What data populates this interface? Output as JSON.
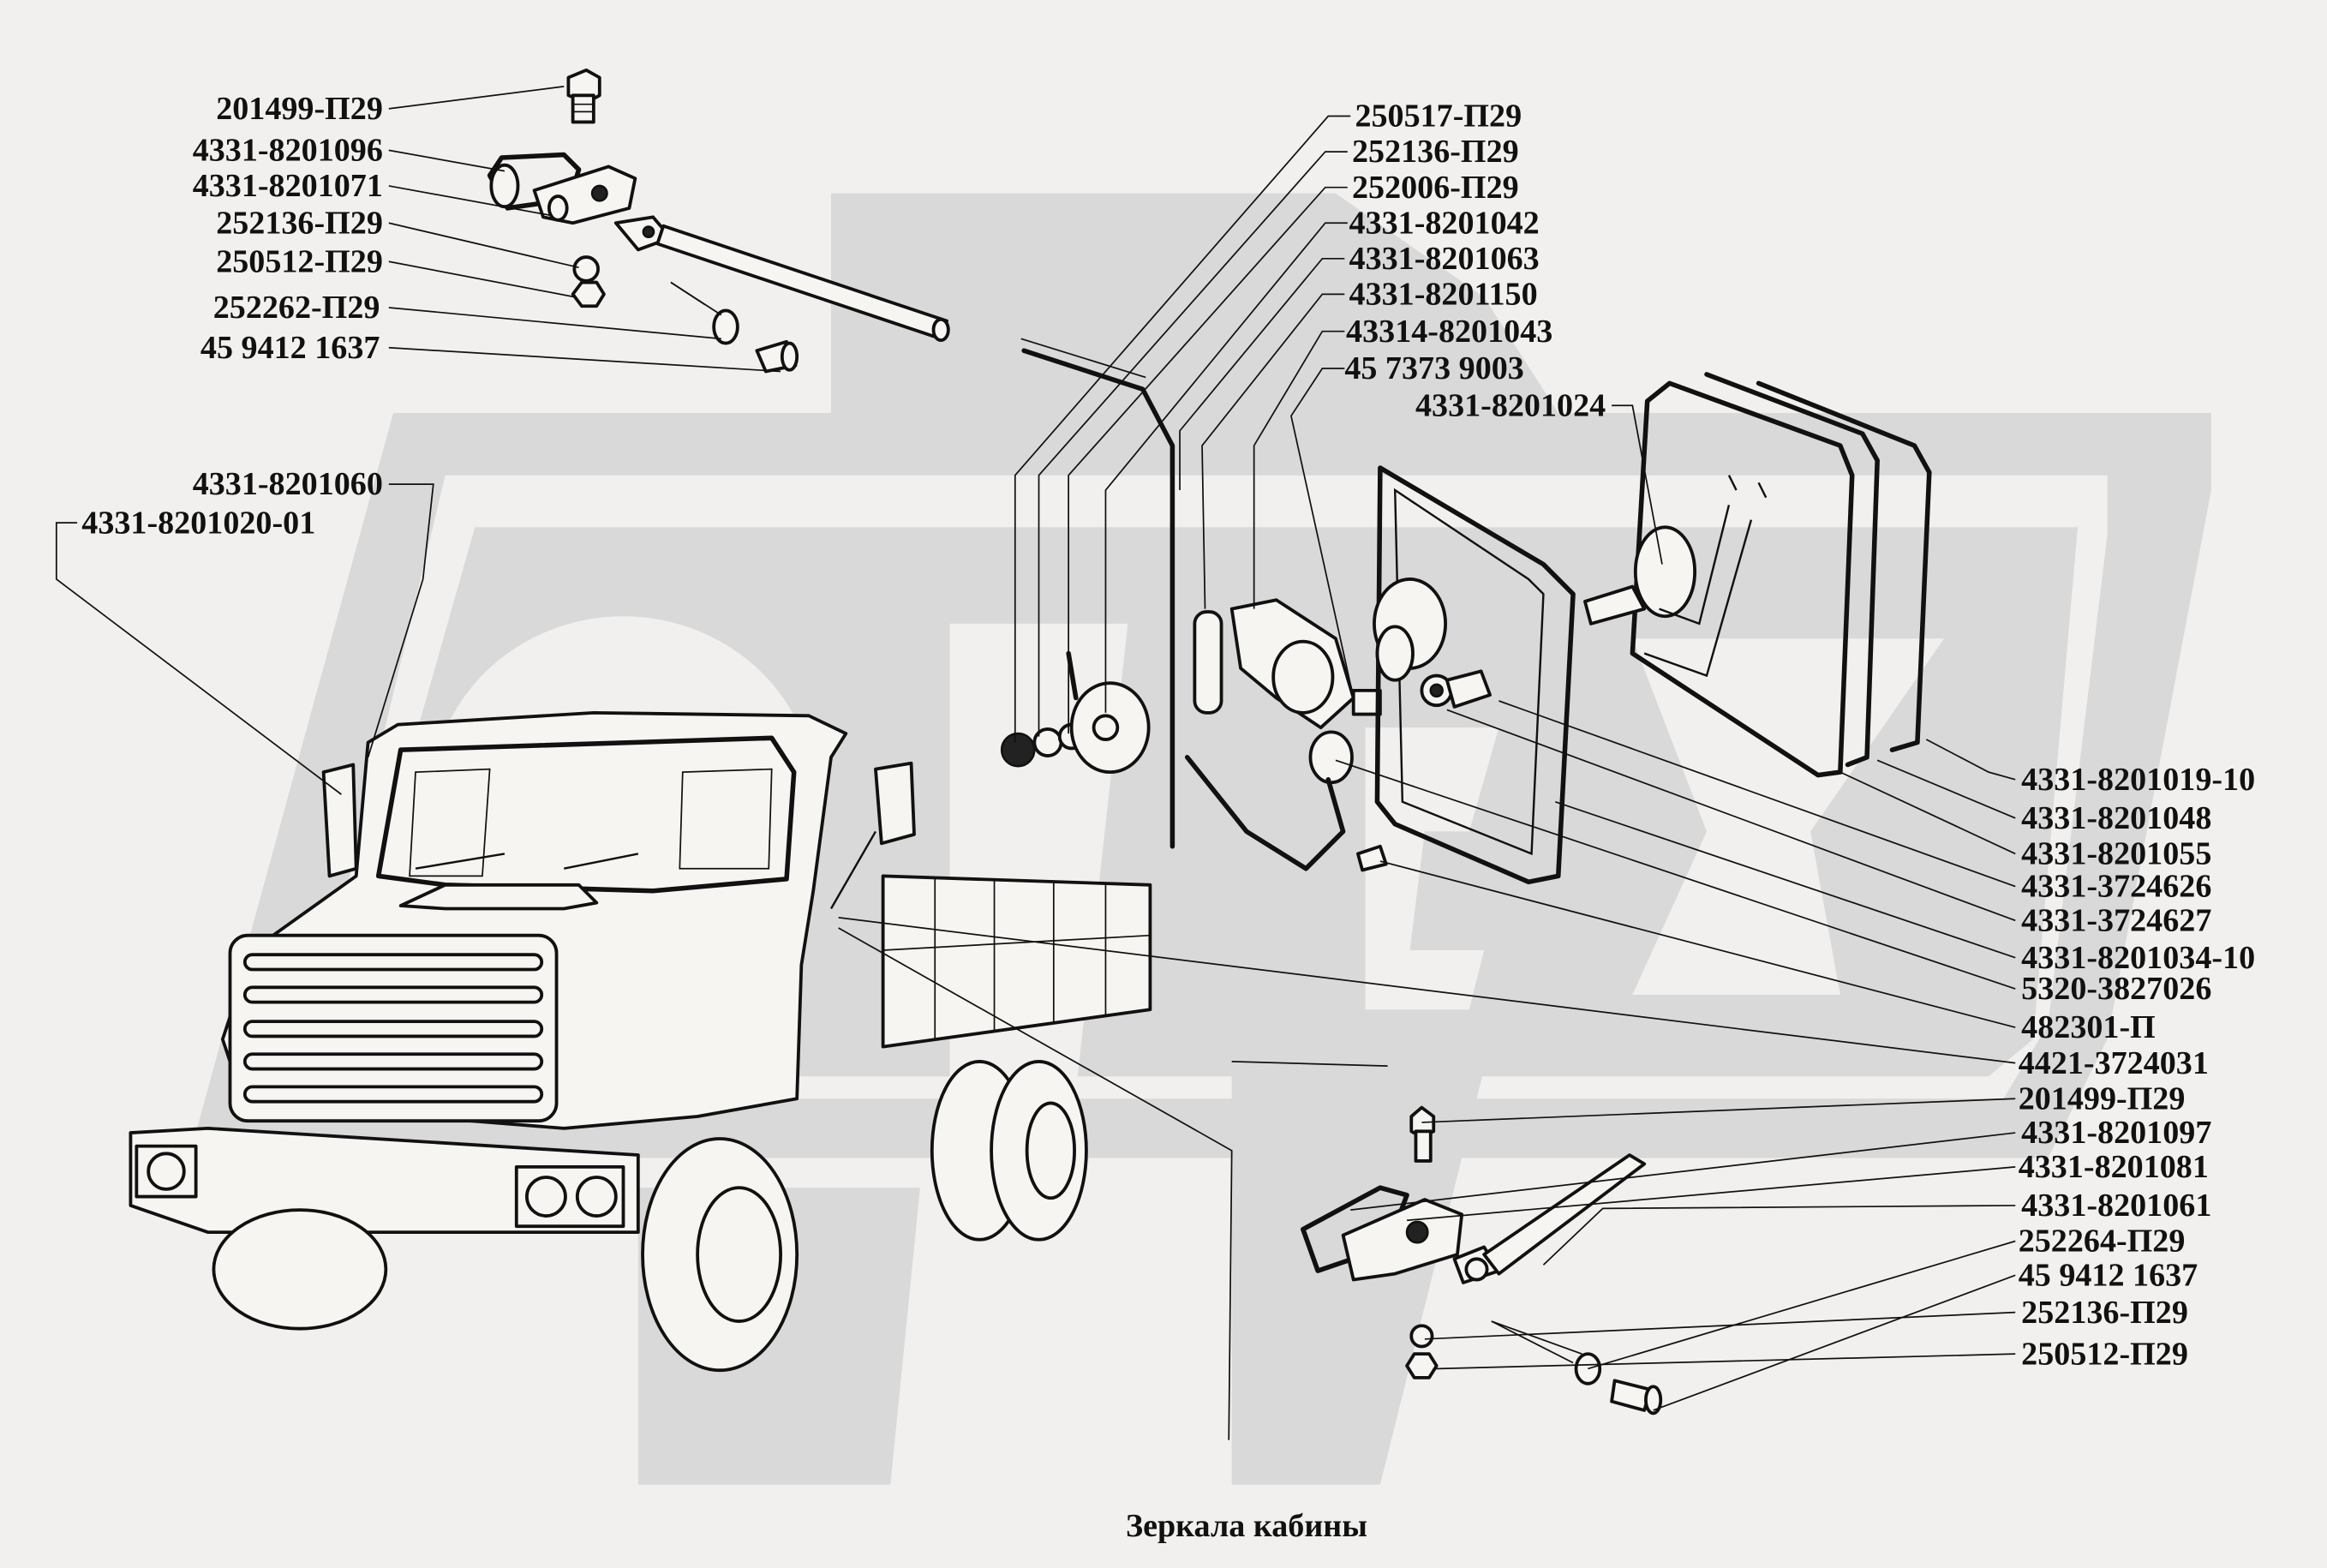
{
  "caption": "Зеркала кабины",
  "colors": {
    "background": "#f1f0ee",
    "watermark": "#d9d9d9",
    "ink": "#111111"
  },
  "callouts": {
    "upper_bracket": [
      "201499-П29",
      "4331-8201096",
      "4331-8201071",
      "252136-П29",
      "250512-П29",
      "252262-П29",
      "45 9412 1637"
    ],
    "truck": [
      "4331-8201060",
      "4331-8201020-01"
    ],
    "mirror_top": [
      "250517-П29",
      "252136-П29",
      "252006-П29",
      "4331-8201042",
      "4331-8201063",
      "4331-8201150",
      "43314-8201043",
      "45 7373 9003",
      "4331-8201024"
    ],
    "right_column": [
      "4331-8201019-10",
      "4331-8201048",
      "4331-8201055",
      "4331-3724626",
      "4331-3724627",
      "4331-8201034-10",
      "5320-3827026",
      "482301-П",
      "4421-3724031",
      "201499-П29",
      "4331-8201097",
      "4331-8201081",
      "4331-8201061",
      "252264-П29",
      "45 9412 1637",
      "252136-П29",
      "250512-П29"
    ]
  }
}
